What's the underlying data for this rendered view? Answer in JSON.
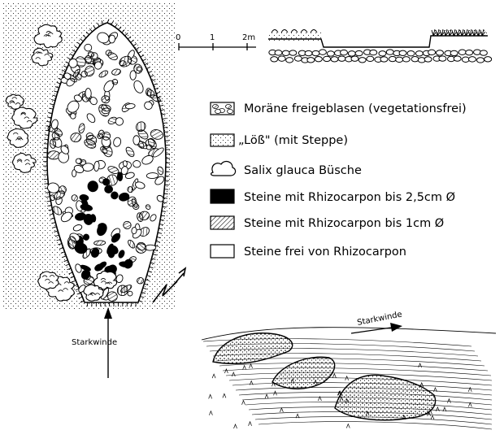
{
  "scale_bar": {
    "ticks": [
      "0",
      "1",
      "2m"
    ]
  },
  "legend": [
    {
      "key": "moraine",
      "label": "Moräne freigeblasen (vegetationsfrei)"
    },
    {
      "key": "loess",
      "label": "„Löß\" (mit Steppe)"
    },
    {
      "key": "salix",
      "label": "Salix glauca Büsche"
    },
    {
      "key": "black",
      "label": "Steine mit Rhizocarpon bis 2,5cm Ø"
    },
    {
      "key": "hatched",
      "label": "Steine mit Rhizocarpon bis 1cm Ø"
    },
    {
      "key": "free",
      "label": "Steine frei von Rhizocarpon"
    }
  ],
  "wind_label_plan": "Starkwinde",
  "wind_label_sketch": "Starkwinde"
}
